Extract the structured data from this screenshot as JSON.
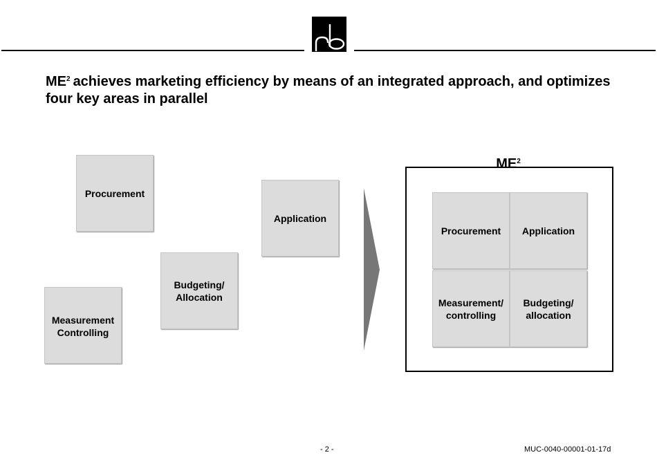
{
  "header": {
    "logo_icon": "rb-logo-icon"
  },
  "title": {
    "prefix": "ME",
    "superscript": "2",
    "text": "achieves marketing efficiency by means of an integrated approach, and optimizes four key areas in parallel"
  },
  "scattered": {
    "procurement": "Procurement",
    "application": "Application",
    "budgeting": "Budgeting/\nAllocation",
    "measurement": "Measurement\nControlling"
  },
  "me2": {
    "label": "ME",
    "superscript": "2",
    "cells": {
      "procurement": "Procurement",
      "application": "Application",
      "measurement": "Measurement/\ncontrolling",
      "budgeting": "Budgeting/\nallocation"
    }
  },
  "footer": {
    "page": "- 2 -",
    "code": "MUC-0040-00001-01-17d"
  },
  "colors": {
    "box_fill": "#dcdcdc",
    "arrow": "#777777",
    "frame": "#000000"
  }
}
